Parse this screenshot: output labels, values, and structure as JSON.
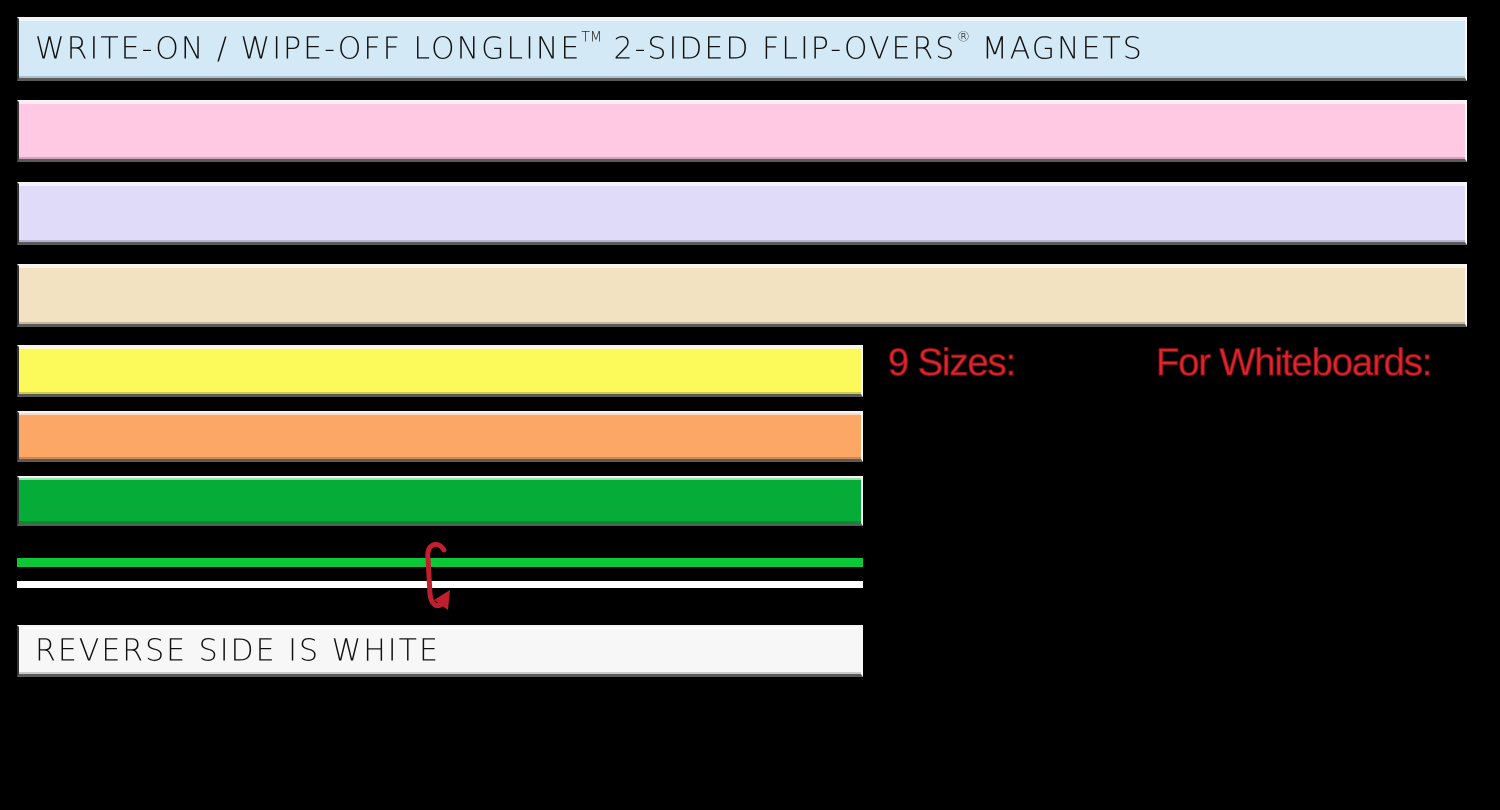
{
  "title": {
    "text_main": "WRITE-ON / WIPE-OFF LONGLINE",
    "tm": "TM",
    "text_mid": " 2-SIDED FLIP-OVERS",
    "reg": "®",
    "text_end": " MAGNETS"
  },
  "strips": [
    {
      "name": "blue",
      "color": "#d3e9f5"
    },
    {
      "name": "pink",
      "color": "#ffc9e3"
    },
    {
      "name": "lavender",
      "color": "#e0dbf8"
    },
    {
      "name": "tan",
      "color": "#f2e2c2"
    },
    {
      "name": "yellow",
      "color": "#fbfa5a"
    },
    {
      "name": "orange",
      "color": "#fca766"
    },
    {
      "name": "green",
      "color": "#06ac38"
    },
    {
      "name": "white",
      "color": "#f7f7f7"
    }
  ],
  "reverse_label": "REVERSE SIDE IS WHITE",
  "headings": {
    "sizes": "9 Sizes:",
    "whiteboards": "For Whiteboards:"
  },
  "colors": {
    "heading_red": "#e0252d",
    "flip_arrow": "#c0202e",
    "edge_green": "#0bc936",
    "edge_white": "#ffffff"
  }
}
